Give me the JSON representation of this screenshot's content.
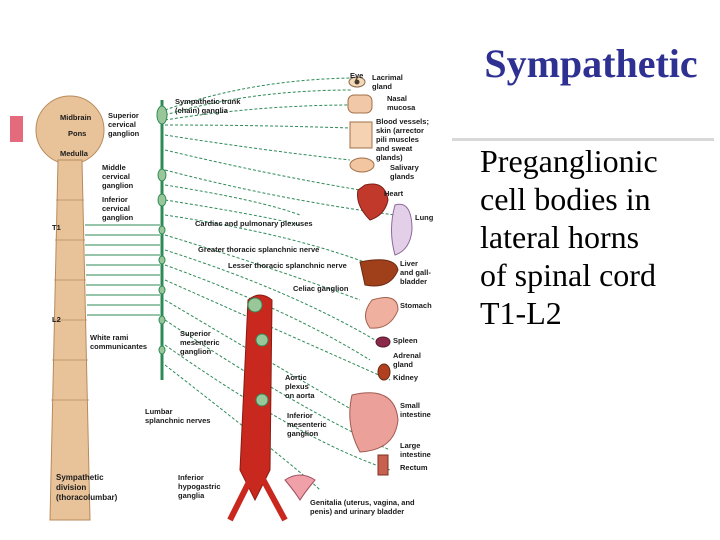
{
  "slide": {
    "title": "Sympathetic",
    "body_lines": [
      "Preganglionic",
      "cell bodies in",
      "lateral horns",
      "of spinal cord",
      "T1-L2"
    ]
  },
  "diagram": {
    "cns": {
      "midbrain": "Midbrain",
      "pons": "Pons",
      "medulla": "Medulla",
      "t1": "T1",
      "l2": "L2"
    },
    "ganglia": {
      "sup_cervical": [
        "Superior",
        "cervical",
        "ganglion"
      ],
      "mid_cervical": [
        "Middle",
        "cervical",
        "ganglion"
      ],
      "inf_cervical": [
        "Inferior",
        "cervical",
        "ganglion"
      ],
      "trunk": [
        "Sympathetic trunk",
        "(chain) ganglia"
      ],
      "white_rami": [
        "White rami",
        "communicantes"
      ],
      "lumbar": [
        "Lumbar",
        "splanchnic nerves"
      ],
      "inf_hypogastric": [
        "Inferior",
        "hypogastric",
        "ganglia"
      ],
      "sup_mesenteric": [
        "Superior",
        "mesenteric",
        "ganglion"
      ],
      "aortic_plexus": [
        "Aortic",
        "plexus",
        "on aorta"
      ],
      "inf_mesenteric": [
        "Inferior",
        "mesenteric",
        "ganglion"
      ],
      "celiac": "Celiac ganglion",
      "cardiac_plexus": "Cardiac and pulmonary plexuses",
      "greater_splanchnic": "Greater thoracic splanchnic nerve",
      "lesser_splanchnic": "Lesser thoracic splanchnic nerve"
    },
    "organs": {
      "eye": "Eye",
      "lacrimal": [
        "Lacrimal",
        "gland"
      ],
      "nasal": [
        "Nasal",
        "mucosa"
      ],
      "skin": [
        "Blood vessels;",
        "skin (arrector",
        "pili muscles",
        "and sweat",
        "glands)"
      ],
      "salivary": [
        "Salivary",
        "glands"
      ],
      "heart": "Heart",
      "lung": "Lung",
      "liver": [
        "Liver",
        "and gall-",
        "bladder"
      ],
      "stomach": "Stomach",
      "spleen": "Spleen",
      "adrenal": [
        "Adrenal",
        "gland"
      ],
      "kidney": "Kidney",
      "small_intestine": [
        "Small",
        "intestine"
      ],
      "large_intestine": [
        "Large",
        "intestine"
      ],
      "rectum": "Rectum",
      "genitalia": [
        "Genitalia (uterus, vagina, and",
        "penis) and urinary bladder"
      ]
    },
    "caption": [
      "Sympathetic",
      "division",
      "(thoracolumbar)"
    ]
  },
  "colors": {
    "title": "#2e3192",
    "nerve_green": "#2e8b57",
    "aorta_red": "#c8281e",
    "cord_tan": "#e8c39a"
  }
}
